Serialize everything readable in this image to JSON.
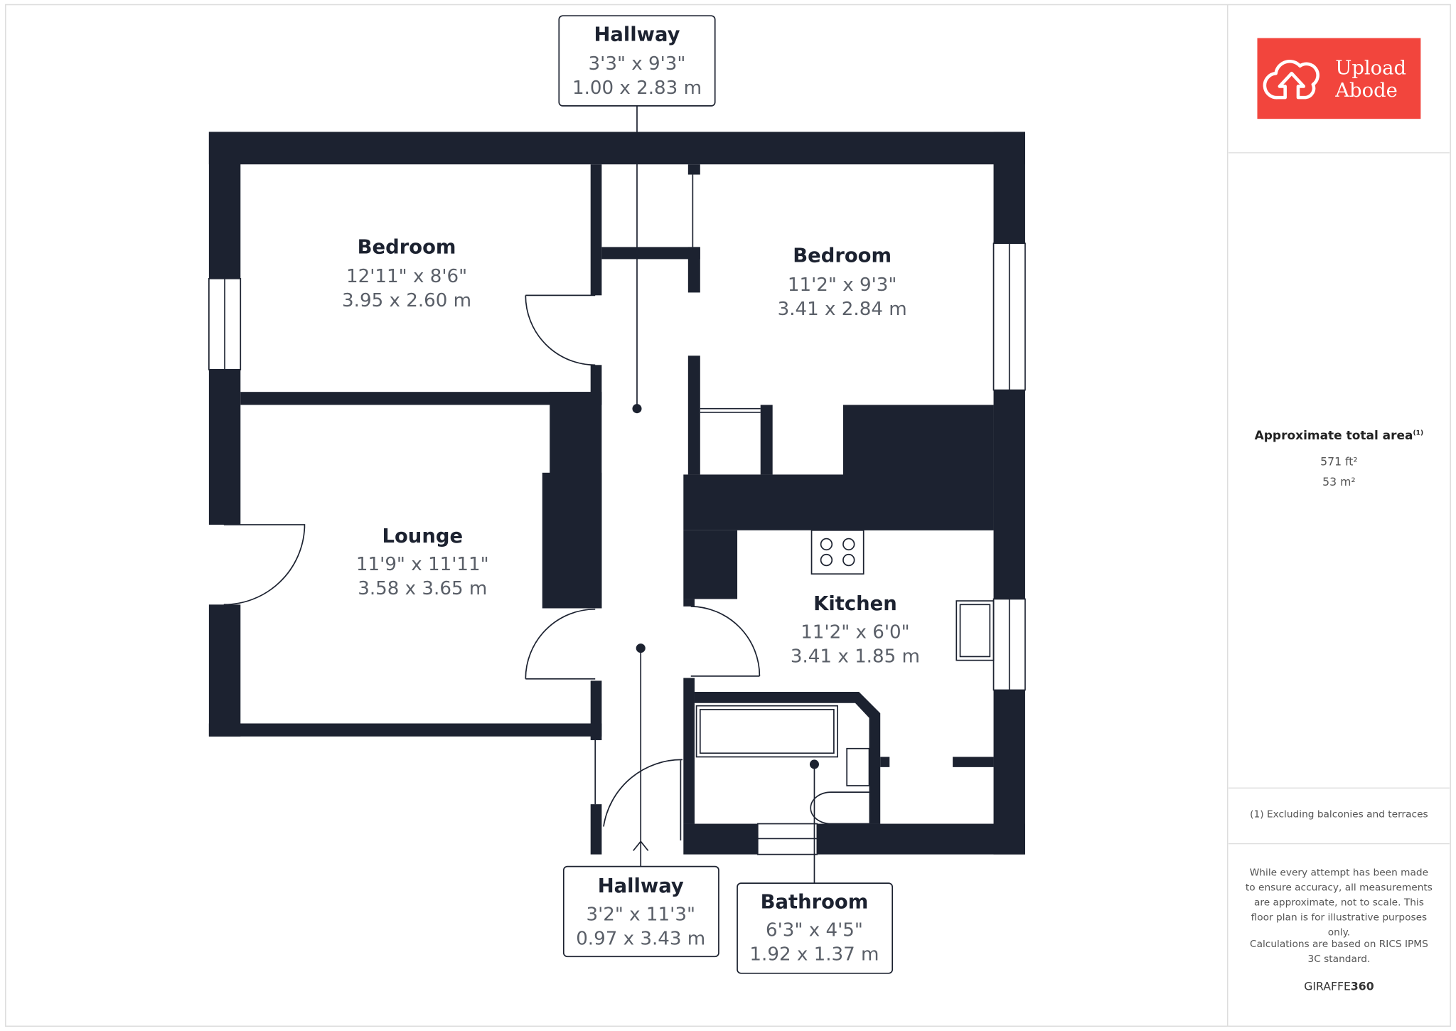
{
  "brand": {
    "name_line1": "Upload",
    "name_line2": "Abode",
    "color": "#f2453d"
  },
  "rooms": [
    {
      "name": "Bedroom",
      "imperial": "12'11\" x 8'6\"",
      "metric": "3.95 x 2.60 m"
    },
    {
      "name": "Bedroom",
      "imperial": "11'2\" x 9'3\"",
      "metric": "3.41 x 2.84 m"
    },
    {
      "name": "Lounge",
      "imperial": "11'9\" x 11'11\"",
      "metric": "3.58 x 3.65 m"
    },
    {
      "name": "Kitchen",
      "imperial": "11'2\" x 6'0\"",
      "metric": "3.41 x 1.85 m"
    }
  ],
  "callouts": [
    {
      "name": "Hallway",
      "imperial": "3'3\" x 9'3\"",
      "metric": "1.00 x 2.83 m"
    },
    {
      "name": "Hallway",
      "imperial": "3'2\" x 11'3\"",
      "metric": "0.97 x 3.43 m"
    },
    {
      "name": "Bathroom",
      "imperial": "6'3\" x 4'5\"",
      "metric": "1.92 x 1.37 m"
    }
  ],
  "area": {
    "title": "Approximate total area",
    "footnote_mark": "(1)",
    "sqft": "571 ft²",
    "sqm": "53 m²"
  },
  "footnote": "(1) Excluding balconies and terraces",
  "disclaimer": "While every attempt has been made to ensure accuracy, all measurements are approximate, not to scale. This floor plan is for illustrative purposes only.",
  "calculations": "Calculations are based on RICS IPMS 3C standard.",
  "credit": {
    "part1": "GIRAFFE",
    "part2": "360"
  }
}
